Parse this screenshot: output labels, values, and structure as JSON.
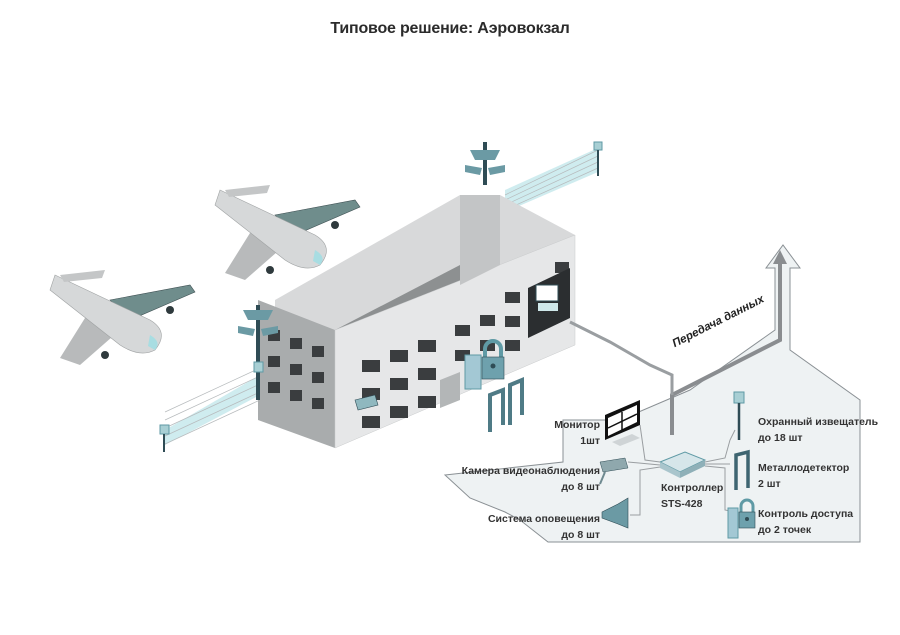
{
  "title": "Типовое решение: Аэровокзал",
  "diagram": {
    "data_transfer_label": "Передача данных",
    "controller": {
      "name": "Контроллер",
      "model": "STS-428"
    },
    "devices_left": [
      {
        "name": "Монитор",
        "count": "1шт"
      },
      {
        "name": "Камера видеонаблюдения",
        "count": "до 8 шт"
      },
      {
        "name": "Система оповещения",
        "count": "до 8 шт"
      }
    ],
    "devices_right": [
      {
        "name": "Охранный извещатель",
        "count": "до 18 шт"
      },
      {
        "name": "Металлодетектор",
        "count": "2 шт"
      },
      {
        "name": "Контроль доступа",
        "count": "до 2 точек"
      }
    ],
    "icons": [
      "airplane-icon",
      "terminal-building-icon",
      "surveillance-mast-icon",
      "perimeter-beam-icon",
      "monitor-icon",
      "cctv-camera-icon",
      "loudspeaker-icon",
      "controller-icon",
      "motion-sensor-icon",
      "metal-detector-icon",
      "padlock-icon",
      "arrow-up-icon"
    ],
    "colors": {
      "panel_fill": "#eef2f3",
      "panel_stroke": "#8a9094",
      "building_light": "#e8e9ea",
      "building_mid": "#c9cbcc",
      "building_dark": "#9c9fa1",
      "accent_teal": "#5f9aa5",
      "accent_light": "#a8dde2",
      "dark_slate": "#2f4c55"
    }
  }
}
